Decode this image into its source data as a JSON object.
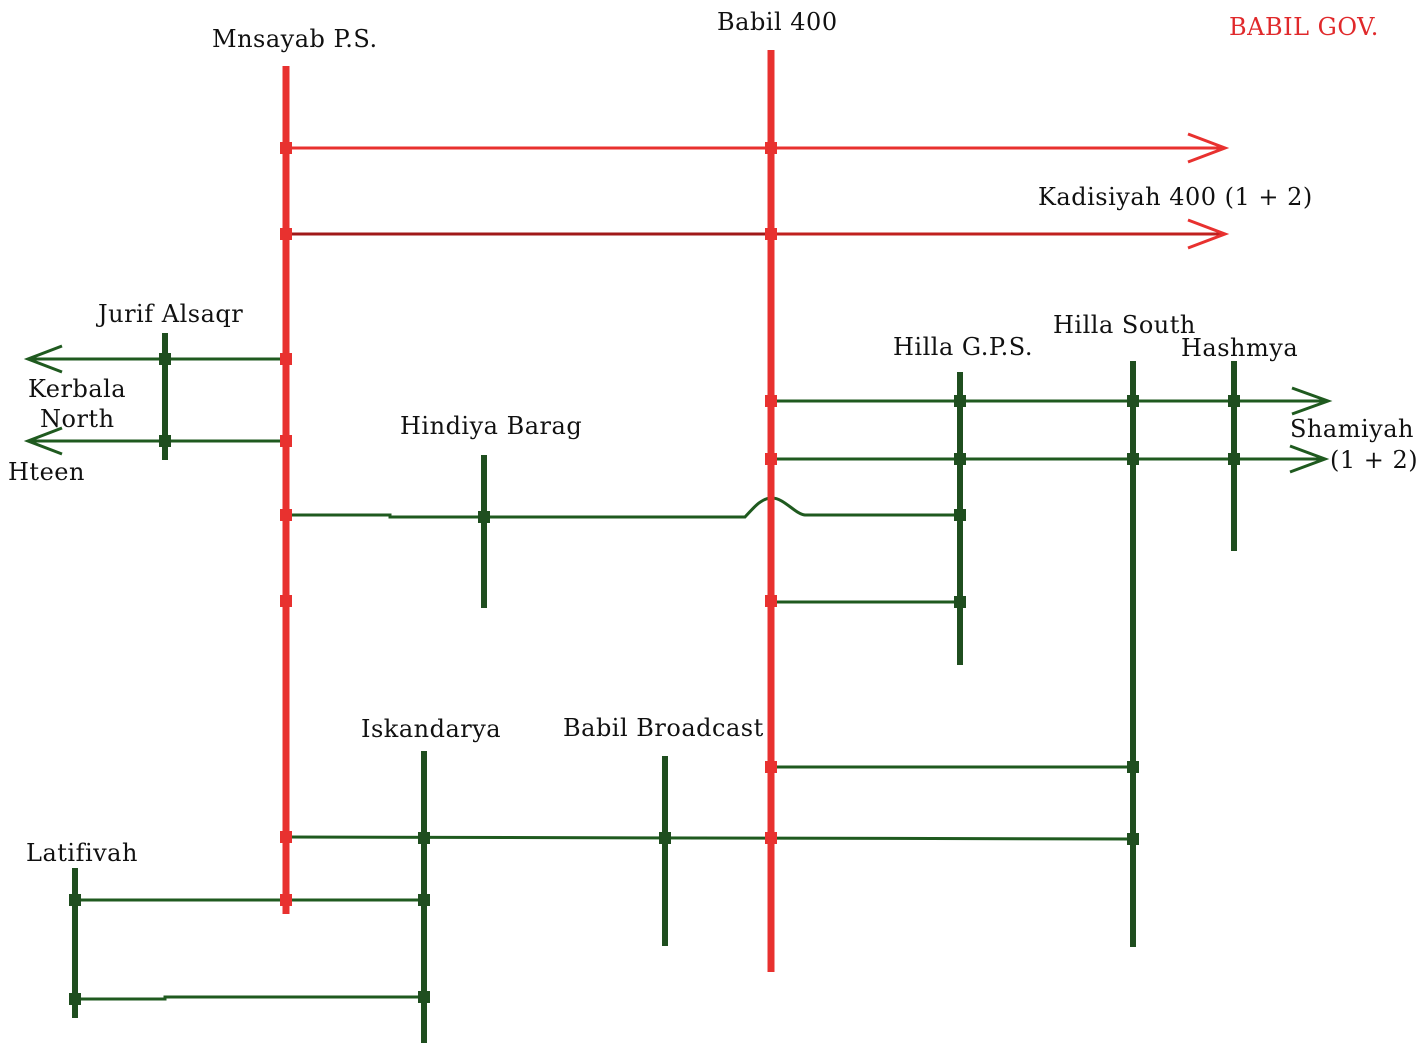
{
  "title": "BABIL GOV.",
  "colors": {
    "bus_400kv": "#e8312f",
    "bus_132kv": "#1f4e1f",
    "line_400kv": "#e8312f",
    "line_400kv_dark": "#a01818",
    "line_132kv": "#1f5a1f",
    "title": "#e0292b"
  },
  "stations": {
    "mnsayab": "Mnsayab P.S.",
    "babil400": "Babil 400",
    "kadisiyah": "Kadisiyah 400 (1 + 2)",
    "jurif": "Jurif Alsaqr",
    "kerbala_line1": "Kerbala",
    "kerbala_line2": "North",
    "hteen": "Hteen",
    "hindiya": "Hindiya Barag",
    "hilla_gps": "Hilla G.P.S.",
    "hilla_south": "Hilla South",
    "hashmya": "Hashmya",
    "shamiyah_line1": "Shamiyah",
    "shamiyah_line2": "(1 + 2)",
    "iskandarya": "Iskandarya",
    "babil_broadcast": "Babil Broadcast",
    "latifivah": "Latifivah"
  }
}
